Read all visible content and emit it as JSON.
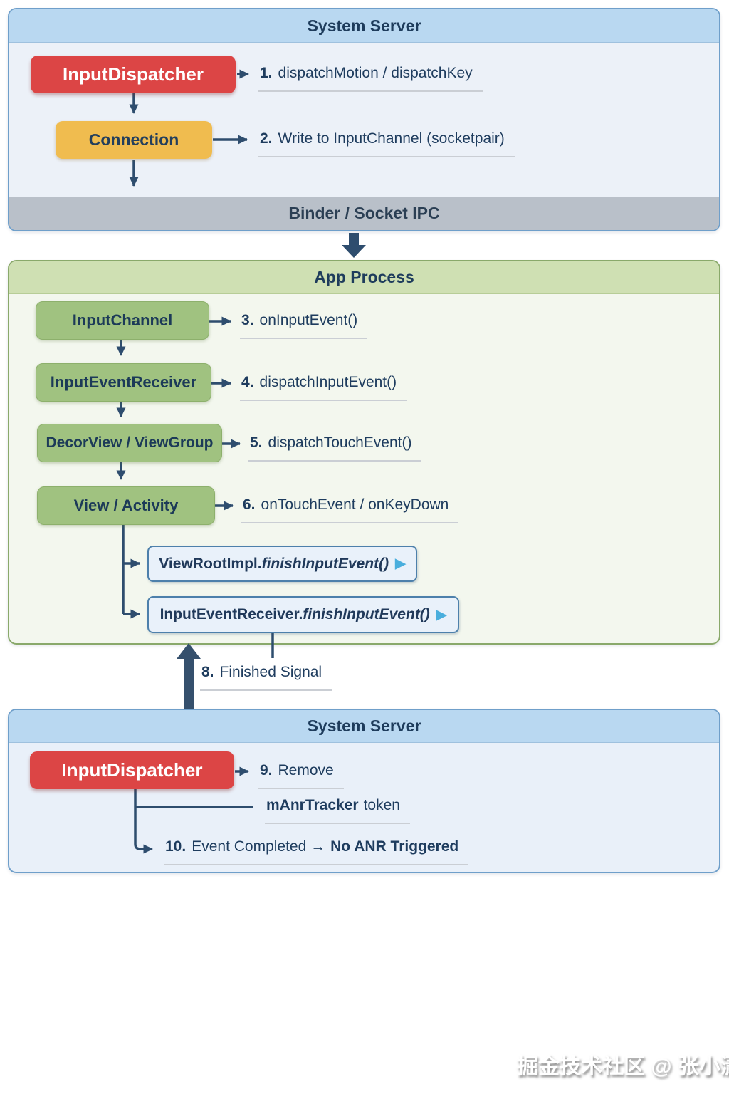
{
  "watermark": "掘金技术社区 @ 张小潇",
  "icons": {
    "play": "▶"
  },
  "colors": {
    "red_node": "#dc4545",
    "yellow_node": "#f0bc4f",
    "green_node": "#a0c280",
    "blue_header": "#b9d8f1",
    "green_header": "#cfe0b3",
    "ipc_gray": "#b9c0c9",
    "arrow": "#2e4d6e",
    "callback_border": "#4d80ab",
    "play_icon": "#49aedd",
    "text_navy": "#1e3c5e"
  },
  "system_server_top": {
    "title": "System Server",
    "input_dispatcher": "InputDispatcher",
    "connection": "Connection",
    "step1": {
      "num": "1.",
      "text": "dispatchMotion / dispatchKey"
    },
    "step2": {
      "num": "2.",
      "text": "Write to InputChannel (socketpair)"
    },
    "ipc_bar": "Binder / Socket IPC"
  },
  "app_process": {
    "title": "App Process",
    "input_channel": "InputChannel",
    "input_event_receiver": "InputEventReceiver",
    "decor_view": "DecorView / ViewGroup",
    "view_activity": "View / Activity",
    "step3": {
      "num": "3.",
      "text": "onInputEvent()"
    },
    "step4": {
      "num": "4.",
      "text": "dispatchInputEvent()"
    },
    "step5": {
      "num": "5.",
      "text": "dispatchTouchEvent()"
    },
    "step6": {
      "num": "6.",
      "text": "onTouchEvent / onKeyDown"
    },
    "callback1": {
      "name": "ViewRootImpl.",
      "fn": "finishInputEvent()"
    },
    "callback2": {
      "name": "InputEventReceiver.",
      "fn": "finishInputEvent()"
    },
    "step8": {
      "num": "8.",
      "text": "Finished Signal"
    }
  },
  "system_server_bottom": {
    "title": "System Server",
    "input_dispatcher": "InputDispatcher",
    "step9": {
      "num": "9.",
      "text": "Remove"
    },
    "anr_tracker": {
      "bold": "mAnrTracker",
      "text": "token"
    },
    "step10": {
      "num": "10.",
      "text": "Event Completed →",
      "bold": "No ANR Triggered"
    }
  }
}
